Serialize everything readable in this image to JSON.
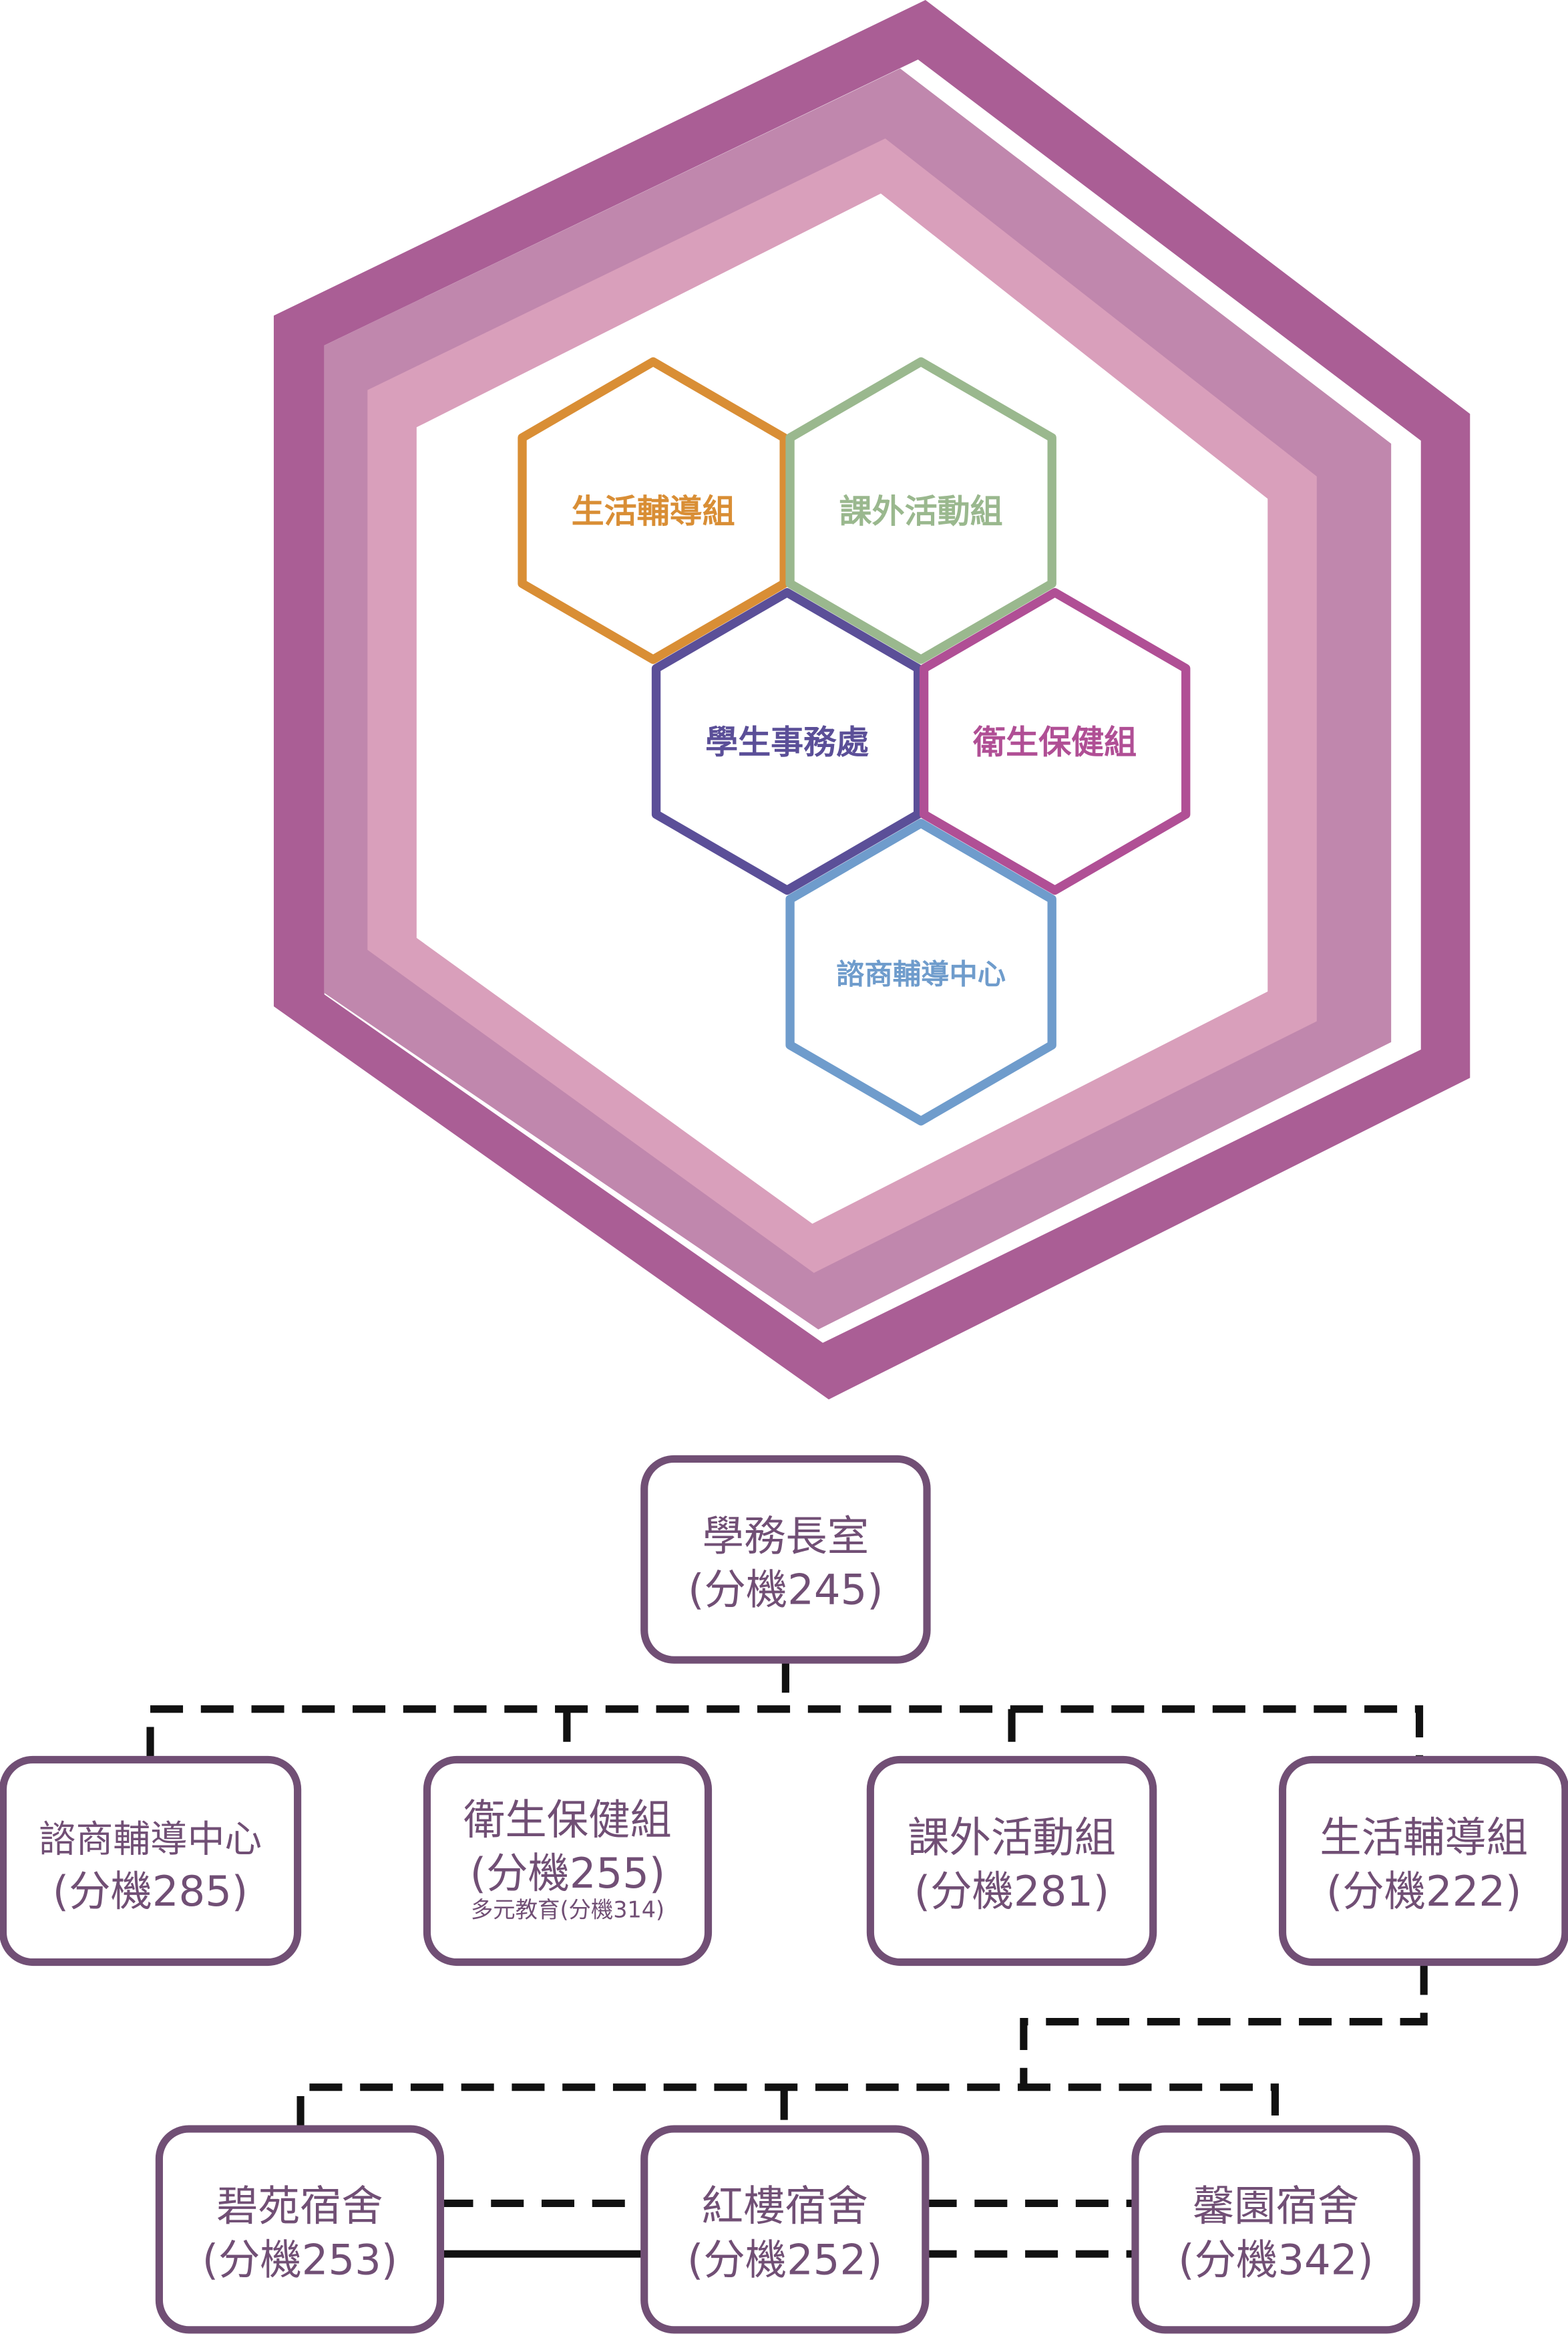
{
  "colors": {
    "outer_band": "#aa5e95",
    "middle_band": "#c087ad",
    "inner_band": "#d99fbb",
    "box_stroke": "#714f75",
    "connector": "#111111"
  },
  "hexagons": [
    {
      "id": "life",
      "label": "生活輔導組",
      "color": "#d98e35"
    },
    {
      "id": "extra",
      "label": "課外活動組",
      "color": "#9ab88e"
    },
    {
      "id": "office",
      "label": "學生事務處",
      "color": "#5b4f98"
    },
    {
      "id": "health",
      "label": "衛生保健組",
      "color": "#b04f95"
    },
    {
      "id": "counsel",
      "label": "諮商輔導中心",
      "color": "#6f9ccc"
    }
  ],
  "org": {
    "dean": {
      "name": "學務長室",
      "ext": "(分機245)"
    },
    "units": [
      {
        "name": "諮商輔導中心",
        "ext": "(分機285)"
      },
      {
        "name": "衛生保健組",
        "ext": "(分機255)",
        "sub": "多元教育(分機314)"
      },
      {
        "name": "課外活動組",
        "ext": "(分機281)"
      },
      {
        "name": "生活輔導組",
        "ext": "(分機222)"
      }
    ],
    "dorms": [
      {
        "name": "碧苑宿舍",
        "ext": "(分機253)"
      },
      {
        "name": "紅樓宿舍",
        "ext": "(分機252)"
      },
      {
        "name": "馨園宿舍",
        "ext": "(分機342)"
      }
    ]
  }
}
